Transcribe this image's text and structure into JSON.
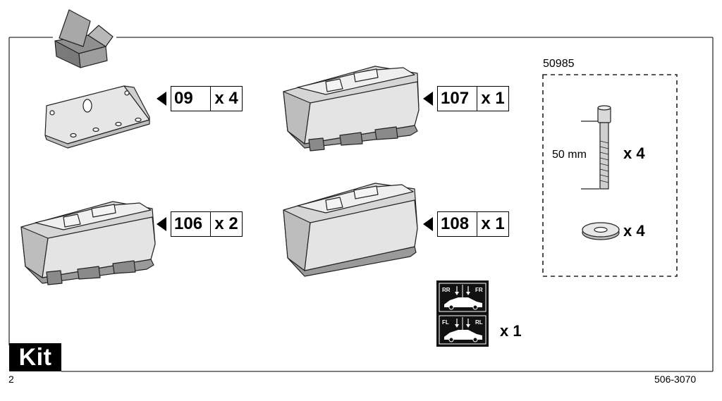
{
  "kit_items": [
    {
      "code": "09",
      "qty": "x 4"
    },
    {
      "code": "107",
      "qty": "x 1"
    },
    {
      "code": "106",
      "qty": "x 2"
    },
    {
      "code": "108",
      "qty": "x 1"
    }
  ],
  "bag": {
    "code": "50985",
    "bolt_length": "50 mm",
    "bolt_qty": "x 4",
    "washer_qty": "x 4"
  },
  "sticker": {
    "top_left": "RR",
    "top_right": "FR",
    "bottom_left": "FL",
    "bottom_right": "RL",
    "qty": "x 1"
  },
  "footer": {
    "kit_label": "Kit",
    "page_number": "2",
    "document_code": "506-3070"
  },
  "icons": [
    "package-box-icon",
    "mounting-bracket-icon",
    "foot-pad-icon",
    "bolt-icon",
    "washer-icon",
    "car-position-sticker-icon"
  ]
}
